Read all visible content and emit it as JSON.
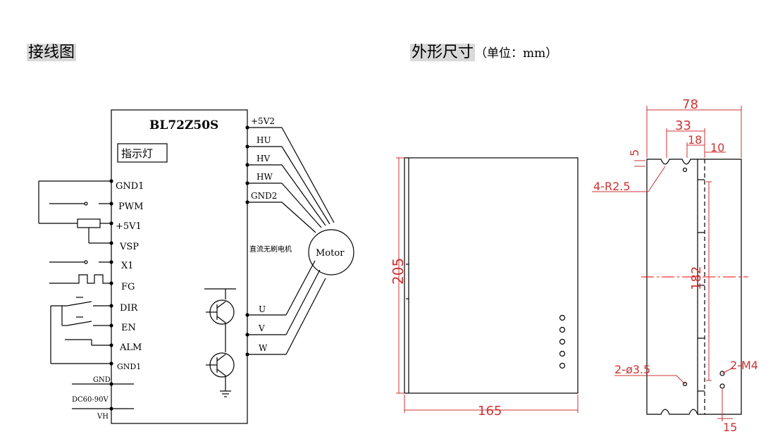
{
  "headings": {
    "wiring": "接线图",
    "outline": "外形尺寸",
    "outline_unit": "（单位：mm）"
  },
  "wiring": {
    "model": "BL72Z50S",
    "indicator": "指示灯",
    "motor_note": "直流无刷电机",
    "motor": "Motor",
    "right_terminals": [
      "+5V2",
      "HU",
      "HV",
      "HW",
      "GND2"
    ],
    "phase_terminals": [
      "U",
      "V",
      "W"
    ],
    "left_terminals": [
      "GND1",
      "PWM",
      "+5V1",
      "VSP",
      "X1",
      "FG",
      "DIR",
      "EN",
      "ALM",
      "GND1"
    ],
    "power_terminals": [
      "GND",
      "DC60-90V",
      "VH"
    ]
  },
  "dimensions": {
    "width_overall": "78",
    "dim_33": "33",
    "dim_18": "18",
    "dim_10": "10",
    "dim_5": "5",
    "corner_radius": "4-R2.5",
    "height_inner": "182",
    "height_total": "205",
    "depth": "165",
    "hole_dia": "2-ø3.5",
    "thread": "2-M4",
    "dim_15": "15"
  },
  "colors": {
    "line": "#000000",
    "dimension": "#cc3333",
    "centerline": "#ff0000",
    "heading_bg": "#d9d9d9"
  }
}
